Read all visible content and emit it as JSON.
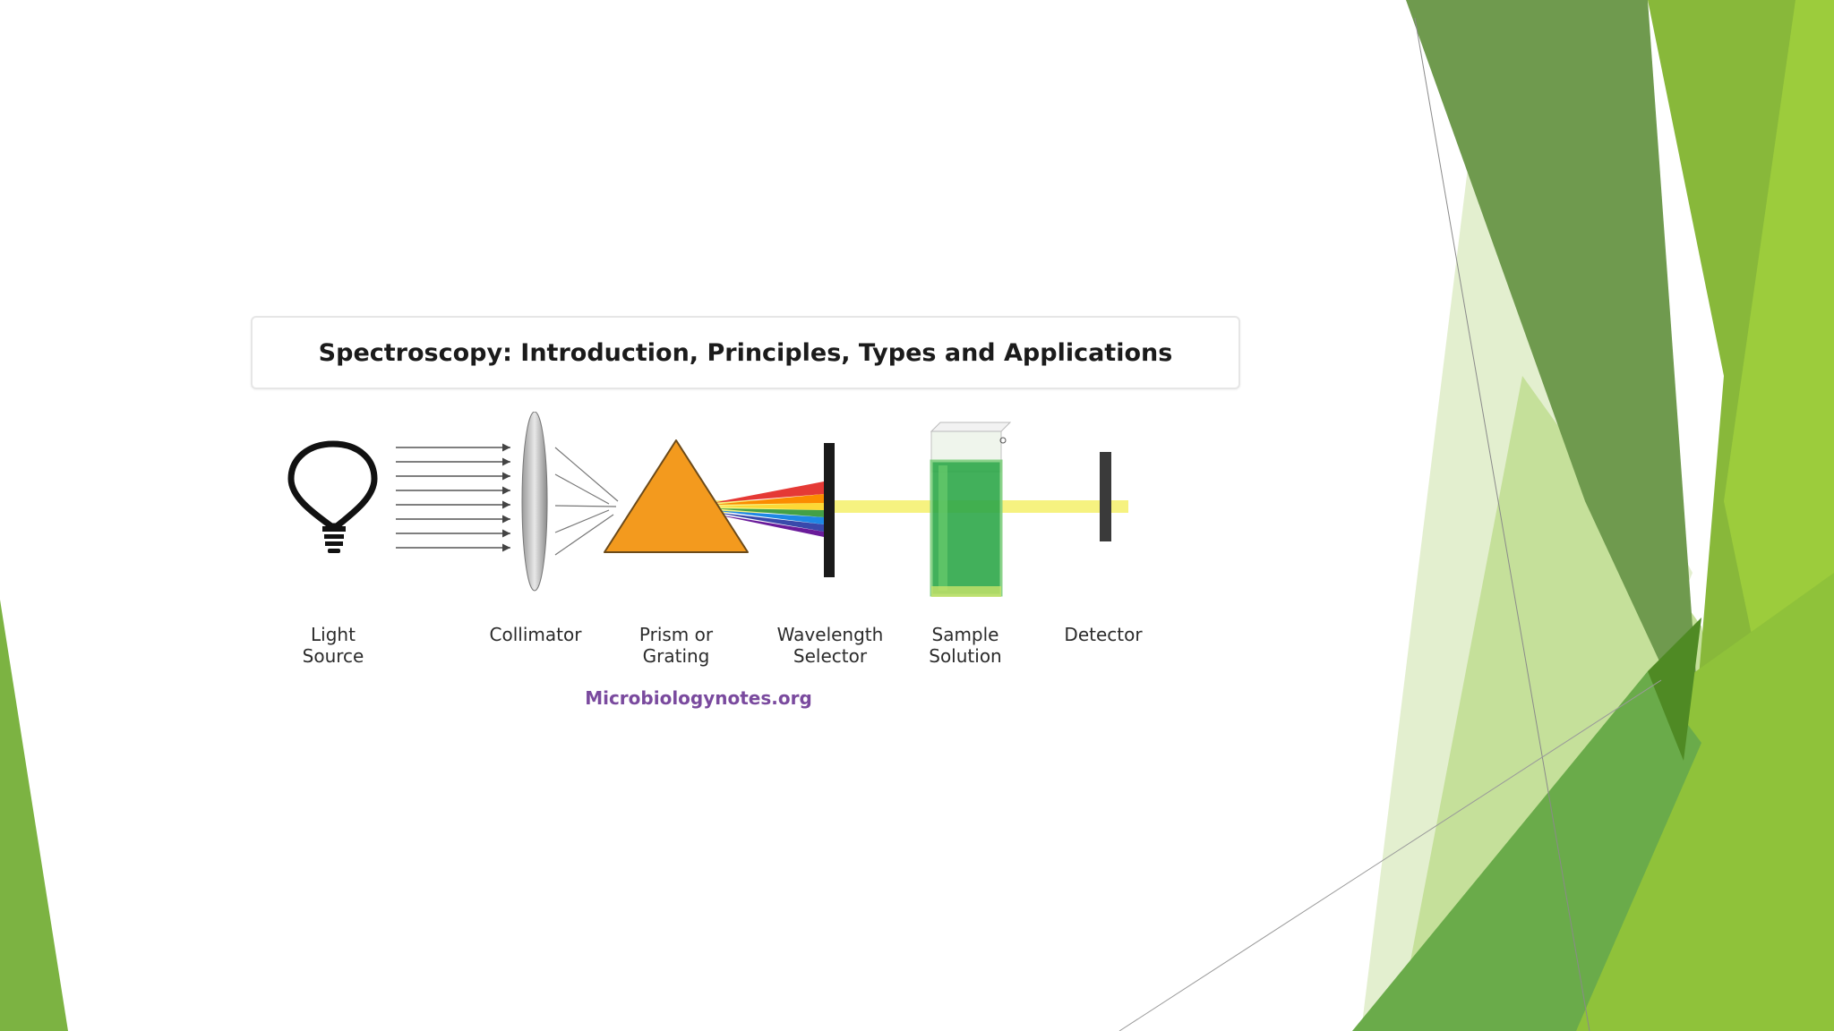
{
  "slide": {
    "accent_colors": [
      "#6f9a4e",
      "#7cb342",
      "#9ccc3c",
      "#d6e8bf",
      "#5a8f2a"
    ]
  },
  "diagram": {
    "title": "Spectroscopy: Introduction, Principles, Types and Applications",
    "components": [
      {
        "name": "light-source",
        "icon": "lightbulb-icon",
        "label_lines": [
          "Light",
          "Source"
        ]
      },
      {
        "name": "collimator",
        "icon": "lens-icon",
        "label_lines": [
          "Collimator"
        ]
      },
      {
        "name": "prism",
        "icon": "prism-icon",
        "label_lines": [
          "Prism or",
          "Grating"
        ]
      },
      {
        "name": "wavelength-selector",
        "icon": "slit-icon",
        "label_lines": [
          "Wavelength",
          "Selector"
        ]
      },
      {
        "name": "sample-solution",
        "icon": "cuvette-icon",
        "label_lines": [
          "Sample",
          "Solution"
        ]
      },
      {
        "name": "detector",
        "icon": "detector-icon",
        "label_lines": [
          "Detector"
        ]
      }
    ],
    "credit": "Microbiologynotes.org",
    "colors": {
      "prism": "#f39a1e",
      "beam": "#f5f06a",
      "cuvette_liquid": "#2ea84a",
      "credit": "#7a4a9e"
    }
  }
}
